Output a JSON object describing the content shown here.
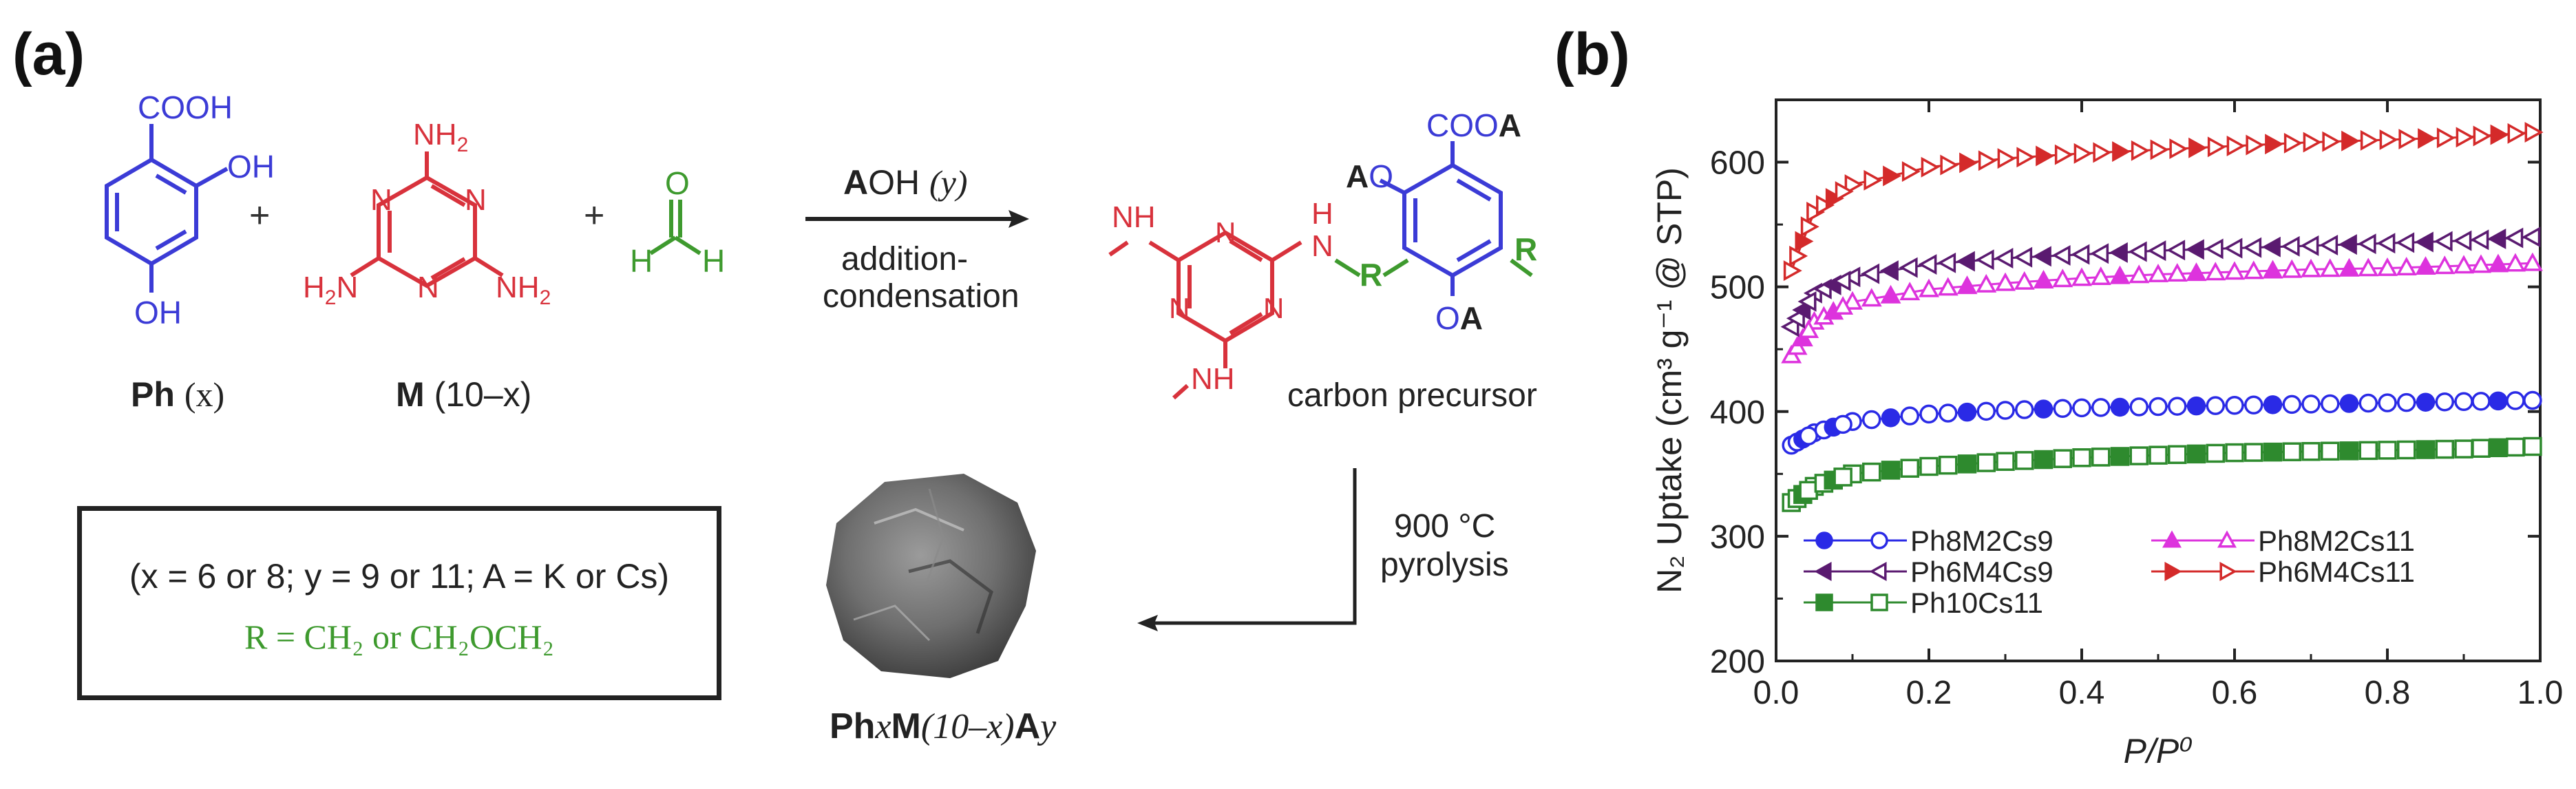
{
  "panel_a": {
    "label": "(a)",
    "reactants": {
      "ph": {
        "group": "COOH",
        "oh1": "OH",
        "oh2": "OH",
        "name": "Ph",
        "var": "(x)",
        "color": "#3b3bd6"
      },
      "m": {
        "nh2_top": "NH2",
        "nh2_left": "H2N",
        "nh2_right": "NH2",
        "n": "N",
        "name": "M",
        "var": "(10–x)",
        "color": "#d8323c"
      },
      "formaldehyde": {
        "o": "O",
        "h": "H",
        "color": "#3e9a2e"
      },
      "plus": "+"
    },
    "arrow": {
      "reagent_bold": "A",
      "reagent_rest": "OH",
      "reagent_var": "(y)",
      "line1": "addition-",
      "line2": "condensation"
    },
    "product": {
      "group": "COOA",
      "ao": "AO",
      "oa": "OA",
      "a_bold": "A",
      "r": "R",
      "nh": "NH",
      "h": "H",
      "n": "N",
      "label": "carbon precursor"
    },
    "pyrolysis": {
      "temp": "900 °C",
      "label": "pyrolysis"
    },
    "conditions": {
      "line1": "(x = 6 or 8; y = 9 or 11; A = K or Cs)",
      "line2": "R = CH₂ or CH₂OCH₂"
    },
    "final_product": {
      "ph": "Ph",
      "x": "x",
      "m": "M",
      "mid": "(10–x)",
      "a": "A",
      "y": "y"
    }
  },
  "panel_b": {
    "label": "(b)"
  },
  "chart_data": {
    "type": "line",
    "xlabel": "P/P⁰",
    "ylabel": "N₂ Uptake (cm³ g⁻¹ @ STP)",
    "xlim": [
      0,
      1.0
    ],
    "ylim": [
      200,
      650
    ],
    "xticks": [
      "0.0",
      "0.2",
      "0.4",
      "0.6",
      "0.8",
      "1.0"
    ],
    "yticks": [
      "200",
      "300",
      "400",
      "500",
      "600"
    ],
    "grid": false,
    "legend_position": "bottom-inside",
    "series": [
      {
        "name": "Ph8M2Cs9",
        "color": "#2a2ae6",
        "marker": "circle",
        "x": [
          0.02,
          0.05,
          0.1,
          0.2,
          0.3,
          0.4,
          0.5,
          0.6,
          0.7,
          0.8,
          0.9,
          0.99
        ],
        "y": [
          373,
          383,
          392,
          398,
          401,
          403,
          404,
          405,
          406,
          407,
          408,
          409
        ]
      },
      {
        "name": "Ph8M2Cs11",
        "color": "#dd33dd",
        "marker": "triangle-up",
        "x": [
          0.02,
          0.05,
          0.1,
          0.2,
          0.3,
          0.4,
          0.5,
          0.6,
          0.7,
          0.8,
          0.9,
          0.99
        ],
        "y": [
          445,
          472,
          488,
          498,
          503,
          507,
          510,
          512,
          514,
          515,
          517,
          519
        ]
      },
      {
        "name": "Ph6M4Cs9",
        "color": "#5a1a70",
        "marker": "triangle-left",
        "x": [
          0.02,
          0.05,
          0.1,
          0.2,
          0.3,
          0.4,
          0.5,
          0.6,
          0.7,
          0.8,
          0.9,
          0.99
        ],
        "y": [
          468,
          495,
          508,
          518,
          523,
          526,
          529,
          531,
          533,
          535,
          537,
          540
        ]
      },
      {
        "name": "Ph6M4Cs11",
        "color": "#d42a2a",
        "marker": "triangle-right",
        "x": [
          0.02,
          0.05,
          0.1,
          0.2,
          0.3,
          0.4,
          0.5,
          0.6,
          0.7,
          0.8,
          0.9,
          0.99
        ],
        "y": [
          513,
          560,
          582,
          596,
          603,
          607,
          610,
          613,
          616,
          618,
          620,
          624
        ]
      },
      {
        "name": "Ph10Cs11",
        "color": "#2e8a2e",
        "marker": "square",
        "x": [
          0.02,
          0.05,
          0.1,
          0.2,
          0.3,
          0.4,
          0.5,
          0.6,
          0.7,
          0.8,
          0.9,
          0.99
        ],
        "y": [
          327,
          340,
          350,
          356,
          360,
          363,
          365,
          367,
          368,
          369,
          370,
          372
        ]
      }
    ]
  }
}
